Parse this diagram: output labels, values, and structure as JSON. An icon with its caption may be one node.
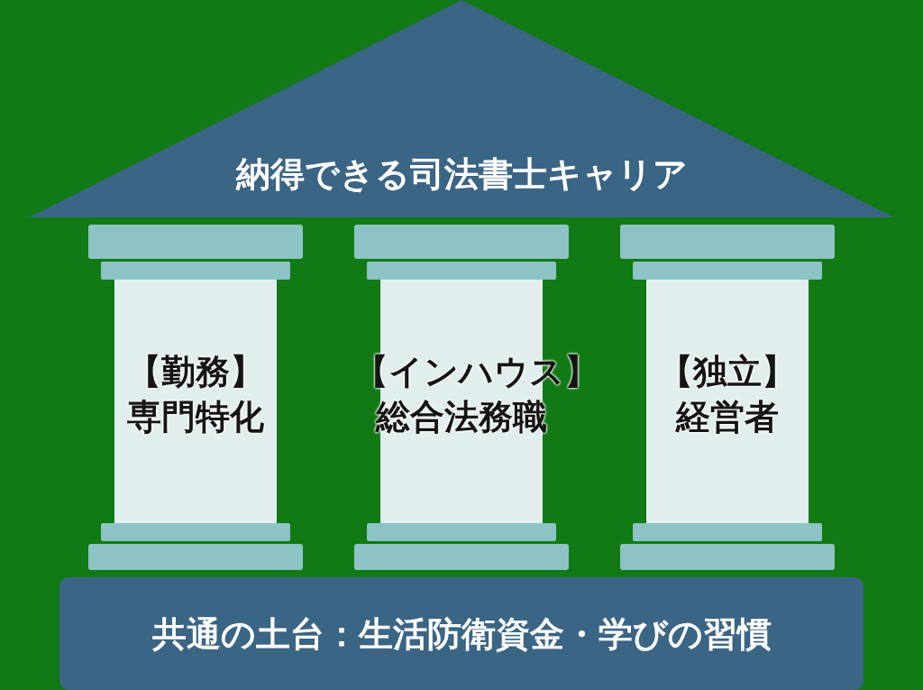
{
  "diagram": {
    "nodes": [
      {
        "text": [
          "納得できる司法書士キャリア"
        ]
      },
      {
        "text": [
          "【勤務】",
          "専門特化"
        ]
      },
      {
        "text": [
          "【インハウス】",
          "総合法務職"
        ]
      },
      {
        "text": [
          "【独立】",
          "経営者"
        ]
      },
      {
        "text": [
          "共通の土台：生活防衛資金・学びの習慣"
        ]
      }
    ]
  }
}
